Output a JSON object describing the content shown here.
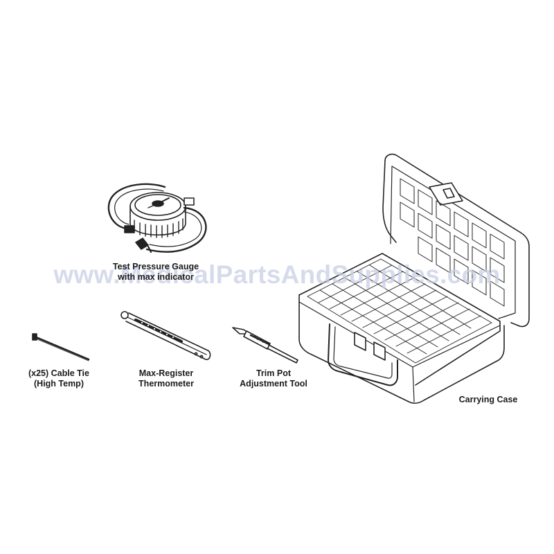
{
  "items": {
    "gauge": {
      "line1": "Test Pressure Gauge",
      "line2": "with max indicator"
    },
    "cable_tie": {
      "line1": "(x25) Cable Tie",
      "line2": "(High Temp)"
    },
    "thermometer": {
      "line1": "Max-Register",
      "line2": "Thermometer"
    },
    "trim_pot": {
      "line1": "Trim Pot",
      "line2": "Adjustment Tool"
    },
    "case": {
      "line1": "Carrying Case"
    }
  },
  "watermark": "www.MedicalPartsAndSupplies.com",
  "colors": {
    "line": "#222222",
    "text": "#1a1a1a",
    "watermark": "#c9cfe6"
  }
}
